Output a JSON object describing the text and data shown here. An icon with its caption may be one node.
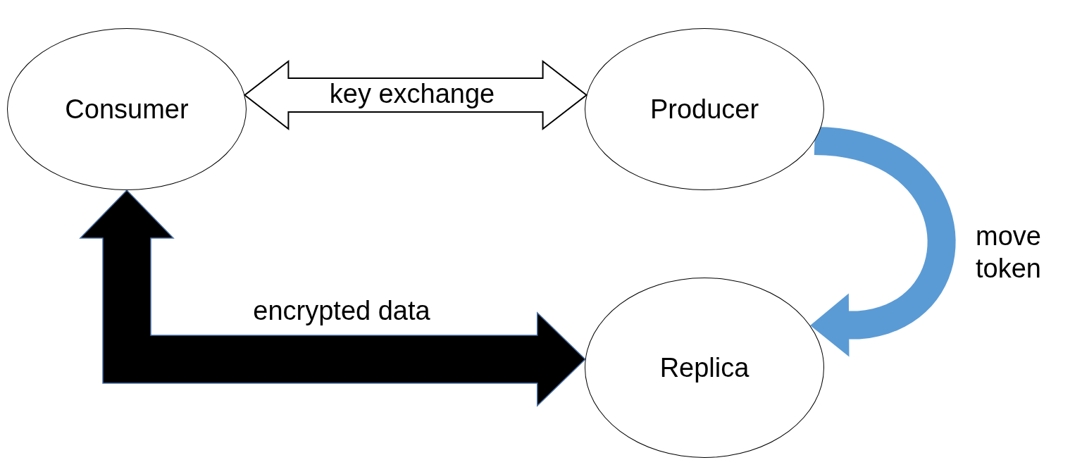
{
  "diagram": {
    "nodes": [
      {
        "text": [
          "Consumer"
        ]
      },
      {
        "text": [
          "Producer"
        ]
      },
      {
        "text": [
          "Replica"
        ]
      }
    ],
    "edges": [
      {
        "from": 0,
        "to": 1,
        "arrow": "both",
        "label": "key exchange"
      },
      {
        "from": 1,
        "to": 2,
        "arrow": "to",
        "label": "move token",
        "style": "thick",
        "color": "#5b9bd5"
      },
      {
        "from": 2,
        "to": 0,
        "arrow": "both",
        "label": "encrypted data",
        "style": "thick",
        "color": "#000000"
      }
    ]
  }
}
